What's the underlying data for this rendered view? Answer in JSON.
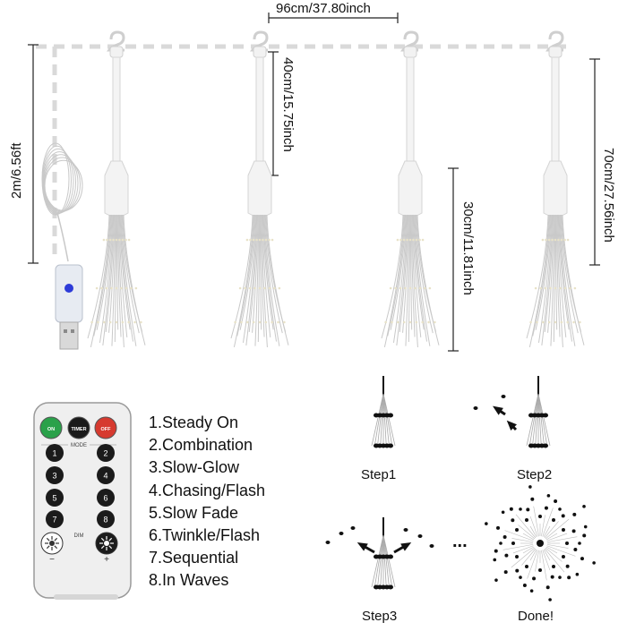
{
  "dimensions": {
    "width": "96cm/37.80inch",
    "cord": "2m/6.56ft",
    "drop_short": "40cm/15.75inch",
    "drop_tall": "70cm/27.56inch",
    "burst": "30cm/11.81inch"
  },
  "remote": {
    "top_buttons": [
      "ON",
      "TIMER",
      "OFF"
    ],
    "mode_caption": "MODE",
    "number_buttons": [
      "1",
      "2",
      "3",
      "4",
      "5",
      "6",
      "7",
      "8"
    ],
    "dim_caption": "DIM",
    "minus": "−",
    "plus": "+",
    "colors": {
      "on": "#2aa14a",
      "timer": "#1a1a1a",
      "off": "#d63a2f",
      "body": "#efefef"
    }
  },
  "modes": [
    "1.Steady On",
    "2.Combination",
    "3.Slow-Glow",
    "4.Chasing/Flash",
    "5.Slow Fade",
    "6.Twinkle/Flash",
    "7.Sequential",
    "8.In Waves"
  ],
  "steps": {
    "step1": "Step1",
    "step2": "Step2",
    "step3": "Step3",
    "ellipsis": "...",
    "done": "Done!"
  }
}
